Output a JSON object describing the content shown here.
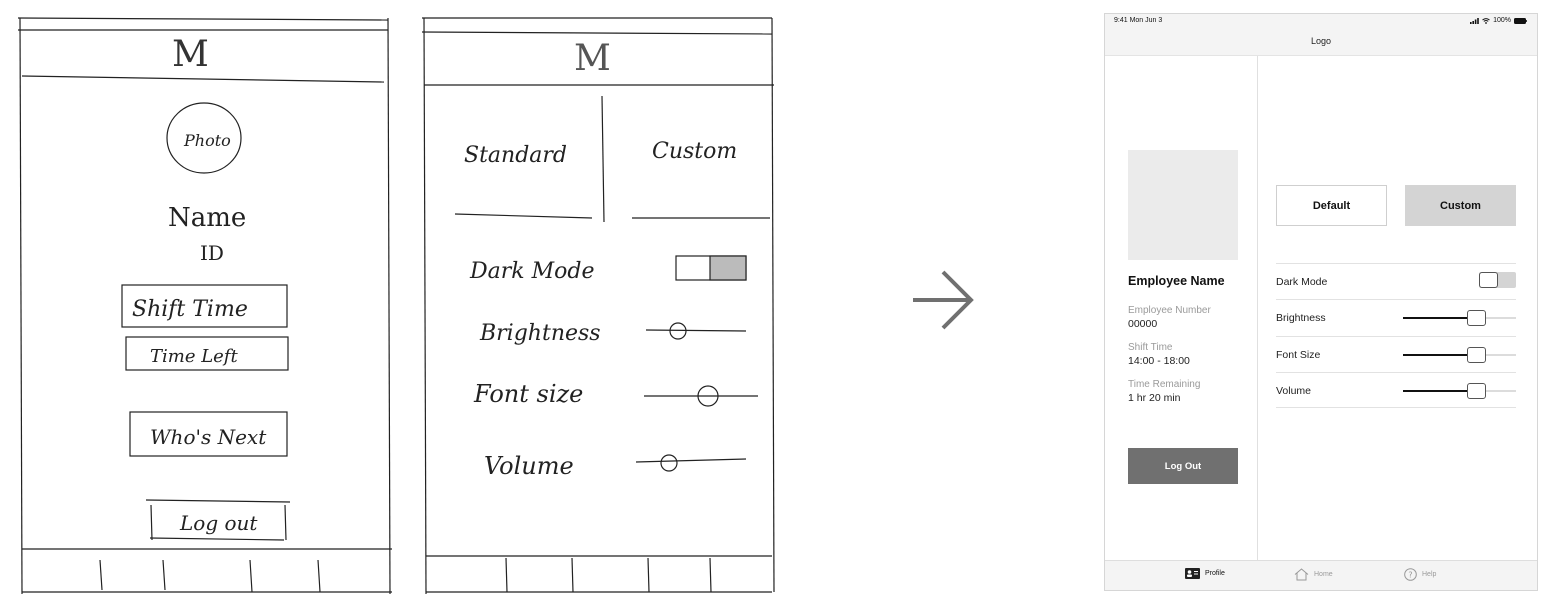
{
  "sketch_left": {
    "logo": "M",
    "photo": "Photo",
    "name": "Name",
    "id": "ID",
    "shift_time": "Shift Time",
    "time_left": "Time Left",
    "whos_next": "Who's Next",
    "log_out": "Log out"
  },
  "sketch_right": {
    "logo": "M",
    "standard": "Standard",
    "custom": "Custom",
    "dark_mode": "Dark Mode",
    "brightness": "Brightness",
    "font_size": "Font size",
    "volume": "Volume"
  },
  "status_bar": {
    "time": "9:41  Mon Jun 3",
    "battery": "100%"
  },
  "nav": {
    "logo": "Logo"
  },
  "profile": {
    "employee_name": "Employee Name",
    "employee_number_label": "Employee Number",
    "employee_number": "00000",
    "shift_time_label": "Shift Time",
    "shift_time": "14:00 - 18:00",
    "time_remaining_label": "Time Remaining",
    "time_remaining": "1 hr 20 min",
    "logout_label": "Log Out"
  },
  "settings": {
    "default_label": "Default",
    "custom_label": "Custom",
    "dark_mode_label": "Dark Mode",
    "brightness_label": "Brightness",
    "font_size_label": "Font Size",
    "volume_label": "Volume",
    "brightness_value": 0.65,
    "font_size_value": 0.65,
    "volume_value": 0.65
  },
  "tabbar": {
    "profile": "Profile",
    "home": "Home",
    "help": "Help"
  }
}
